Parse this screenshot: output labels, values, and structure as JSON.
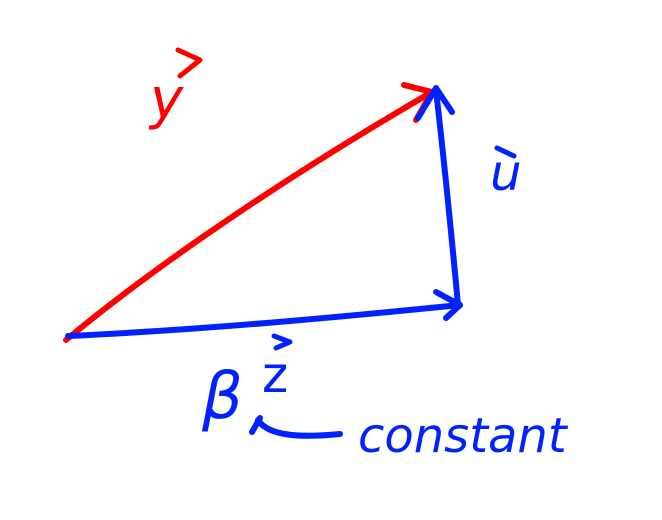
{
  "labels": {
    "y": "y",
    "u": "u",
    "beta": "β",
    "z": "z",
    "constant": "constant"
  },
  "colors": {
    "red": "#ff0000",
    "blue": "#0022ff",
    "background": "#ffffff"
  }
}
